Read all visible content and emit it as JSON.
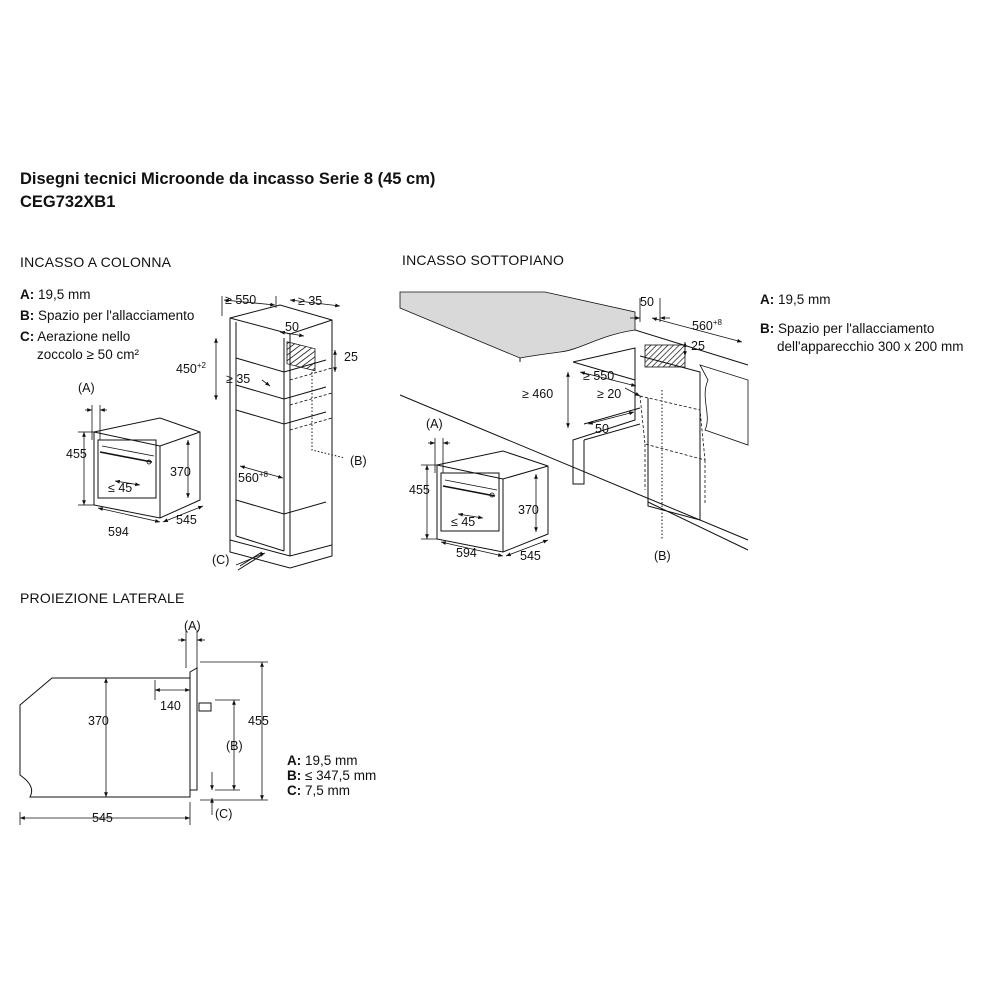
{
  "header": {
    "title_line1": "Disegni tecnici Microonde da incasso Serie 8 (45 cm)",
    "title_line2": "CEG732XB1"
  },
  "sections": {
    "column": "INCASSO A COLONNA",
    "under_counter": "INCASSO SOTTOPIANO",
    "side": "PROIEZIONE LATERALE"
  },
  "legend_column": {
    "a_key": "A:",
    "a_text": " 19,5 mm",
    "b_key": "B:",
    "b_text": " Spazio per l'allacciamento",
    "c_key": "C:",
    "c_text_1": " Aerazione nello",
    "c_text_2": "zoccolo ≥ 50 cm²"
  },
  "legend_under": {
    "a_key": "A:",
    "a_text": " 19,5 mm",
    "b_key": "B:",
    "b_text_1": " Spazio per l'allacciamento",
    "b_text_2": "dell'apparecchio 300 x 200 mm"
  },
  "legend_side": {
    "a_key": "A:",
    "a_text": " 19,5 mm",
    "b_key": "B:",
    "b_text": " ≤ 347,5 mm",
    "c_key": "C:",
    "c_text": " 7,5 mm"
  },
  "dims": {
    "col_unit_A": "(A)",
    "col_unit_455": "455",
    "col_unit_370": "370",
    "col_unit_le45": "≤ 45",
    "col_unit_594": "594",
    "col_unit_545": "545",
    "col_ge550": "≥ 550",
    "col_ge35_top": "≥ 35",
    "col_50": "50",
    "col_25": "25",
    "col_450": "450",
    "col_450_sup": "+2",
    "col_ge35": "≥ 35",
    "col_560": "560",
    "col_560_sup": "+8",
    "col_B": "(B)",
    "col_C": "(C)",
    "uc_50": "50",
    "uc_560": "560",
    "uc_560_sup": "+8",
    "uc_25": "25",
    "uc_ge550": "≥ 550",
    "uc_ge20": "≥ 20",
    "uc_ge460": "≥ 460",
    "uc_50_low": "50",
    "uc_B": "(B)",
    "uc_unit_A": "(A)",
    "uc_unit_455": "455",
    "uc_unit_370": "370",
    "uc_unit_le45": "≤ 45",
    "uc_unit_594": "594",
    "uc_unit_545": "545",
    "side_A": "(A)",
    "side_140": "140",
    "side_370": "370",
    "side_455": "455",
    "side_B": "(B)",
    "side_C": "(C)",
    "side_545": "545"
  }
}
